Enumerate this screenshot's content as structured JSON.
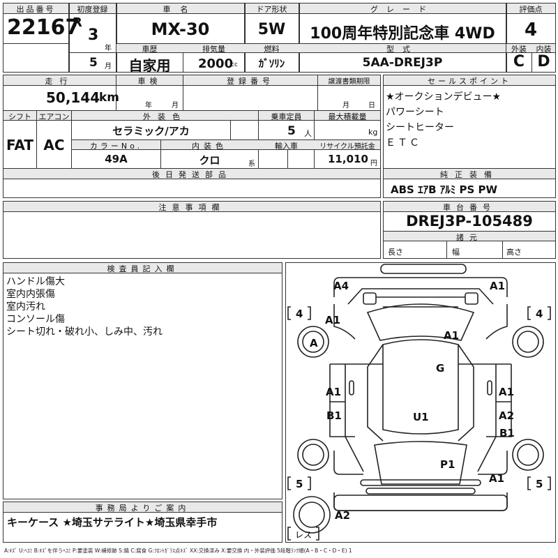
{
  "header": {
    "lot_no_label": "出品番号",
    "lot_no": "22167",
    "first_reg_label": "初度登録",
    "era": "R",
    "reg_year": "3",
    "year_unit": "年",
    "reg_month": "5",
    "month_unit": "月",
    "car_name_label": "車名",
    "car_name": "MX-30",
    "door_label": "ドア形状",
    "door": "5W",
    "grade_label": "グレード",
    "grade": "100周年特別記念車 4WD",
    "score_label": "評価点",
    "score": "4",
    "ext_label": "外装",
    "ext": "C",
    "int_label": "内装",
    "int": "D",
    "history_label": "車歴",
    "history": "自家用",
    "displacement_label": "排気量",
    "displacement": "2000",
    "cc": "cc",
    "fuel_label": "燃料",
    "fuel": "ｶﾞｿﾘﾝ",
    "model_label": "型式",
    "model": "5AA-DREJ3P"
  },
  "row2": {
    "mileage_label": "走行",
    "mileage": "50,144",
    "km": "km",
    "inspection_label": "車検",
    "insp_year": "年",
    "insp_month": "月",
    "plate_label": "登録番号",
    "transfer_label": "譲渡書類期限",
    "transfer_month": "月",
    "transfer_day": "日",
    "shift_label": "シフト",
    "shift": "FAT",
    "ac_label": "エアコン",
    "ac": "AC",
    "color_label": "外装色",
    "color": "セラミック/アカ",
    "capacity_label": "乗車定員",
    "capacity": "5",
    "person": "人",
    "load_label": "最大積載量",
    "kg": "kg",
    "color_no_label": "カラーNo.",
    "color_no": "49A",
    "interior_color_label": "内装色",
    "interior_color": "クロ",
    "kei": "系",
    "import_label": "輸入車",
    "recycle_label": "リサイクル預託金",
    "recycle": "11,010",
    "yen": "円",
    "later_parts_label": "後日発送部品"
  },
  "sales_points": {
    "label": "セールスポイント",
    "items": [
      "★オークションデビュー★",
      "パワーシート",
      "シートヒーター",
      "ＥＴＣ"
    ]
  },
  "equipment": {
    "label": "純正装備",
    "value": "ABS ｴｱB ｱﾙﾐ PS PW"
  },
  "notes": {
    "label": "注意事項欄"
  },
  "chassis": {
    "label": "車台番号",
    "value": "DREJ3P-105489",
    "dims_label": "諸元",
    "length": "長さ",
    "width": "幅",
    "height": "高さ"
  },
  "inspector": {
    "label": "検査員記入欄",
    "lines": [
      "ハンドル傷大",
      "室内内張傷",
      "室内汚れ",
      "コンソール傷",
      "シート切れ・破れ小、しみ中、汚れ"
    ]
  },
  "office": {
    "label": "事務局よりご案内",
    "text": "キーケース ★埼玉サテライト★埼玉県幸手市"
  },
  "diagram": {
    "marks": [
      "A4",
      "A1",
      "A1",
      "A",
      "A1",
      "G",
      "A1",
      "A1",
      "B1",
      "U1",
      "A2",
      "B1",
      "P1",
      "A1",
      "A2"
    ],
    "tires": [
      "4",
      "4",
      "5",
      "5"
    ],
    "spare": "レス"
  },
  "legend": "A:ｷｽﾞ U:ﾍｺﾐ B:ｷｽﾞを伴うﾍｺﾐ P:要塗装 W:補修跡 S:錆 C:腐食 G:ﾌﾛﾝﾄｶﾞﾗｽ点ｷｽﾞ XX:交換済み X:要交換 内・外装評価 5段階ﾗﾝｸ順(A・B・C・D・E) 1"
}
